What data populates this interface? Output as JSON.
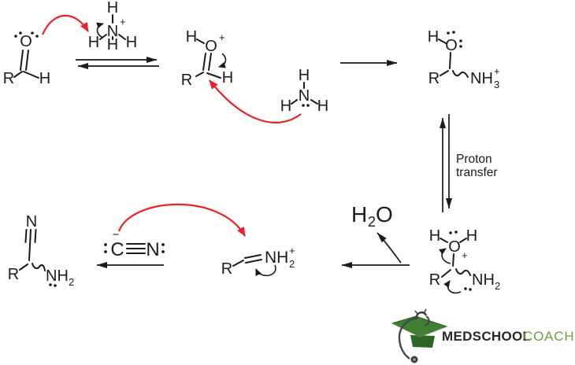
{
  "colors": {
    "structure_black": "#1d1a1b",
    "arrow_red": "#ec2028",
    "logo_text_dark": "#2b2729",
    "logo_text_green": "#6f9e3e",
    "cap_green": "#3f7e33",
    "cap_base_green": "#2f6527",
    "stethoscope_gray": "#46474b"
  },
  "mol": {
    "aldehyde": {
      "o": "O",
      "r": "R",
      "h": "H"
    },
    "ammonium": {
      "h_top": "H",
      "n": "N",
      "plus": "+",
      "h_left": "H",
      "h_bottom": "H",
      "h_right": "H"
    },
    "protonated_carbonyl": {
      "h": "H",
      "o": "O",
      "plus": "+",
      "r": "R",
      "ch": "H"
    },
    "ammonia": {
      "h_top": "H",
      "n": "N",
      "h_left": "H",
      "h_right": "H"
    },
    "intermediate": {
      "h": "H",
      "o": "O",
      "r": "R",
      "nh": "NH",
      "sub": "3",
      "plus": "+"
    },
    "proton_transfer": {
      "line1": "Proton",
      "line2": "transfer"
    },
    "protonated_intermediate": {
      "h_left": "H",
      "h_right": "H",
      "o": "O",
      "plus": "+",
      "r": "R",
      "nh": "NH",
      "sub": "2"
    },
    "water": {
      "h": "H",
      "sub": "2",
      "o": "O"
    },
    "iminium": {
      "r": "R",
      "nh": "NH",
      "sub": "2",
      "plus": "+"
    },
    "cyanide": {
      "minus": "−",
      "c": "C",
      "n": "N"
    },
    "product": {
      "n": "N",
      "r": "R",
      "nh": "NH",
      "sub": "2"
    }
  },
  "logo": {
    "medschool": "MEDSCHOOL",
    "coach": "COACH"
  }
}
